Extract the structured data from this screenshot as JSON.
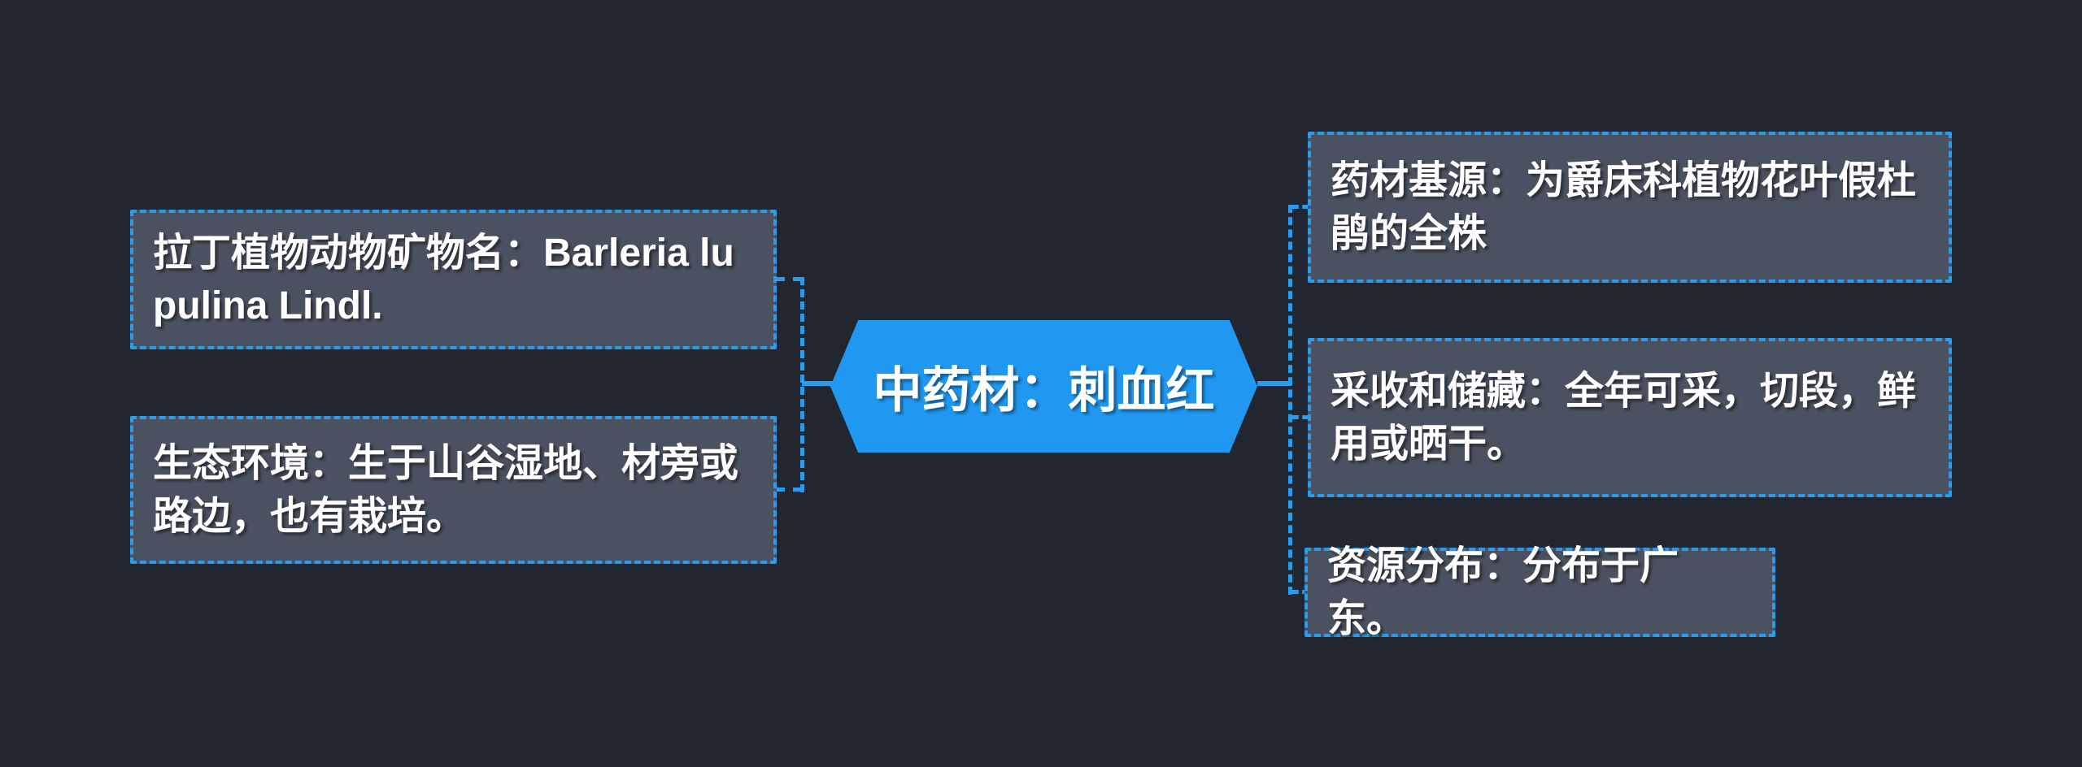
{
  "canvas": {
    "bg_color": "#212631",
    "accent_color": "#2b9bee",
    "node_fill_color": "#4a5261",
    "center_fill_color": "#2097f0",
    "text_color": "#ffffff"
  },
  "center_node": {
    "label": "中药材：刺血红"
  },
  "left_nodes": [
    {
      "label": "拉丁植物动物矿物名：Barleria lupulina Lindl."
    },
    {
      "label": "生态环境：生于山谷湿地、材旁或路边，也有栽培。"
    }
  ],
  "right_nodes": [
    {
      "label": "药材基源：为爵床科植物花叶假杜鹃的全株"
    },
    {
      "label": "采收和储藏：全年可采，切段，鲜用或晒干。"
    },
    {
      "label": "资源分布：分布于广东。"
    }
  ]
}
